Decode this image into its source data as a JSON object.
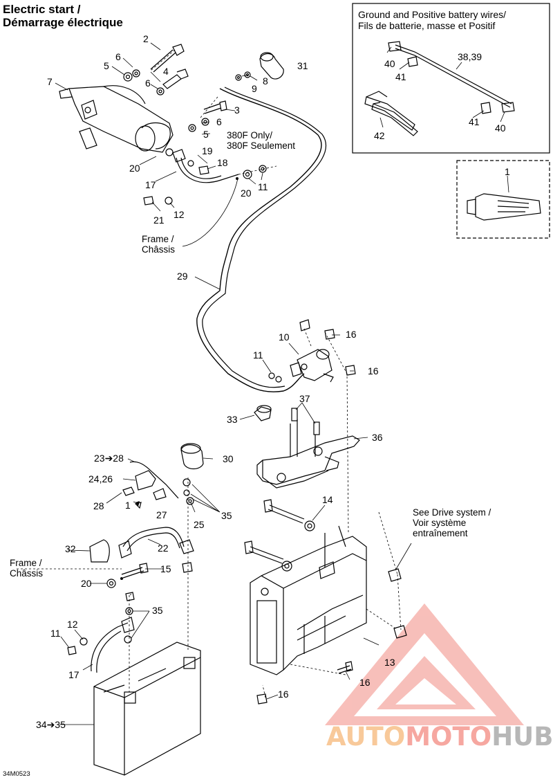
{
  "title": {
    "line1": "Electric start /",
    "line2": "Démarrage électrique"
  },
  "inset_ground": {
    "title_line1": "Ground and Positive battery wires/",
    "title_line2": "Fils de batterie, masse et Positif"
  },
  "notes": {
    "only_380f_1": "380F Only/",
    "only_380f_2": "380F Seulement",
    "frame_top_1": "Frame /",
    "frame_top_2": "Châssis",
    "frame_bottom_1": "Frame /",
    "frame_bottom_2": "Châssis",
    "drive_1": "See Drive system /",
    "drive_2": "Voir système",
    "drive_3": "entraînement"
  },
  "callouts": [
    {
      "id": "c2",
      "text": "2"
    },
    {
      "id": "c6a",
      "text": "6"
    },
    {
      "id": "c5a",
      "text": "5"
    },
    {
      "id": "c4",
      "text": "4"
    },
    {
      "id": "c7",
      "text": "7"
    },
    {
      "id": "c6b",
      "text": "6"
    },
    {
      "id": "c31",
      "text": "31"
    },
    {
      "id": "c8",
      "text": "8"
    },
    {
      "id": "c9",
      "text": "9"
    },
    {
      "id": "c3",
      "text": "3"
    },
    {
      "id": "c6c",
      "text": "6"
    },
    {
      "id": "c5b",
      "text": "5"
    },
    {
      "id": "c20a",
      "text": "20"
    },
    {
      "id": "c19",
      "text": "19"
    },
    {
      "id": "c18",
      "text": "18"
    },
    {
      "id": "c17a",
      "text": "17"
    },
    {
      "id": "c20b",
      "text": "20"
    },
    {
      "id": "c11a",
      "text": "11"
    },
    {
      "id": "c21",
      "text": "21"
    },
    {
      "id": "c12a",
      "text": "12"
    },
    {
      "id": "c29",
      "text": "29"
    },
    {
      "id": "c16a",
      "text": "16"
    },
    {
      "id": "c10",
      "text": "10"
    },
    {
      "id": "c11b",
      "text": "11"
    },
    {
      "id": "c16b",
      "text": "16"
    },
    {
      "id": "c37",
      "text": "37"
    },
    {
      "id": "c33",
      "text": "33"
    },
    {
      "id": "c36",
      "text": "36"
    },
    {
      "id": "c30",
      "text": "30"
    },
    {
      "id": "c23",
      "text": "23➔28"
    },
    {
      "id": "c24",
      "text": "24,26"
    },
    {
      "id": "c28",
      "text": "28"
    },
    {
      "id": "c1b",
      "text": "1"
    },
    {
      "id": "c27",
      "text": "27"
    },
    {
      "id": "c25",
      "text": "25"
    },
    {
      "id": "c35a",
      "text": "35"
    },
    {
      "id": "c14",
      "text": "14"
    },
    {
      "id": "c32",
      "text": "32"
    },
    {
      "id": "c22",
      "text": "22"
    },
    {
      "id": "c15",
      "text": "15"
    },
    {
      "id": "c20c",
      "text": "20"
    },
    {
      "id": "c35b",
      "text": "35"
    },
    {
      "id": "c12b",
      "text": "12"
    },
    {
      "id": "c11c",
      "text": "11"
    },
    {
      "id": "c17b",
      "text": "17"
    },
    {
      "id": "c34",
      "text": "34➔35"
    },
    {
      "id": "c13",
      "text": "13"
    },
    {
      "id": "c16c",
      "text": "16"
    },
    {
      "id": "c16d",
      "text": "16"
    },
    {
      "id": "c40a",
      "text": "40"
    },
    {
      "id": "c41a",
      "text": "41"
    },
    {
      "id": "c3839",
      "text": "38,39"
    },
    {
      "id": "c42",
      "text": "42"
    },
    {
      "id": "c41b",
      "text": "41"
    },
    {
      "id": "c40b",
      "text": "40"
    },
    {
      "id": "c1a",
      "text": "1"
    }
  ],
  "diagram_code": "34M0523",
  "watermark": {
    "part1": "AUTO",
    "part2": "MOTO",
    "part3": "HUB"
  }
}
